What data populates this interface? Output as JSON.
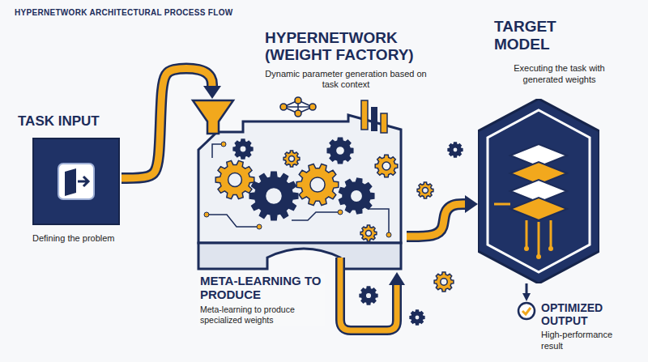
{
  "diagram": {
    "title": "HYPERNETWORK ARCHITECTURAL PROCESS FLOW",
    "nodes": [
      {
        "text": [
          "TASK INPUT",
          "Defining the problem"
        ]
      },
      {
        "text": [
          "HYPERNETWORK (WEIGHT FACTORY)",
          "Dynamic parameter generation based on task context"
        ]
      },
      {
        "text": [
          "TARGET MODEL",
          "Executing the task with generated weights"
        ]
      },
      {
        "text": [
          "OPTIMIZED OUTPUT",
          "High-performance result"
        ]
      }
    ],
    "edges": [
      {
        "from": 0,
        "to": 1,
        "arrow": "to"
      },
      {
        "from": 1,
        "to": 2,
        "arrow": "to"
      },
      {
        "from": 2,
        "to": 3,
        "arrow": "to"
      }
    ],
    "labels": [
      "META-LEARNING TO PRODUCE",
      "Meta-learning to produce specialized weights"
    ]
  }
}
